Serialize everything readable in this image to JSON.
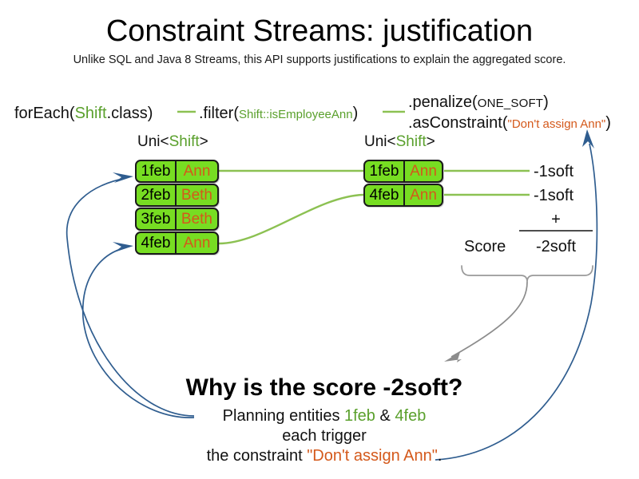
{
  "slide": {
    "title": "Constraint Streams: justification",
    "subtitle": "Unlike SQL and Java 8 Streams, this API supports justifications to explain the aggregated score."
  },
  "code": {
    "foreach": {
      "method": "forEach(",
      "type": "Shift",
      "tail": ".class)"
    },
    "filter": {
      "method": ".filter(",
      "ref": "Shift::isEmployeeAnn",
      "tail": ")"
    },
    "penalize": {
      "method": ".penalize(",
      "arg": "ONE_SOFT",
      "tail": ")"
    },
    "asconstraint": {
      "method": ".asConstraint(",
      "arg": "\"Don't assign Ann\"",
      "tail": ")"
    }
  },
  "streams": {
    "left": {
      "label_prefix": "Uni<",
      "label_type": "Shift",
      "label_suffix": ">",
      "rows": [
        {
          "date": "1feb",
          "name": "Ann"
        },
        {
          "date": "2feb",
          "name": "Beth"
        },
        {
          "date": "3feb",
          "name": "Beth"
        },
        {
          "date": "4feb",
          "name": "Ann"
        }
      ]
    },
    "right": {
      "label_prefix": "Uni<",
      "label_type": "Shift",
      "label_suffix": ">",
      "rows": [
        {
          "date": "1feb",
          "name": "Ann",
          "penalty": "-1soft"
        },
        {
          "date": "4feb",
          "name": "Ann",
          "penalty": "-1soft"
        }
      ]
    }
  },
  "score": {
    "label": "Score",
    "operator": "+",
    "total": "-2soft"
  },
  "explanation": {
    "headline": "Why is the score -2soft?",
    "line1_prefix": "Planning entities ",
    "line1_entity_a": "1feb",
    "line1_amp": " & ",
    "line1_entity_b": "4feb",
    "line2": "each trigger",
    "line3_prefix": "the constraint ",
    "line3_constraint": "\"Don't assign Ann\"",
    "line3_suffix": "."
  },
  "colors": {
    "tuple_fill": "#77dd22",
    "tuple_border": "#1a1a1a",
    "type_green": "#5aa02c",
    "string_orange": "#d4591b",
    "wire_green": "#8cc152",
    "arrow_blue": "#2f5d8f",
    "brace_gray": "#999999",
    "brace_arrow_gray": "#8c8c8c"
  }
}
